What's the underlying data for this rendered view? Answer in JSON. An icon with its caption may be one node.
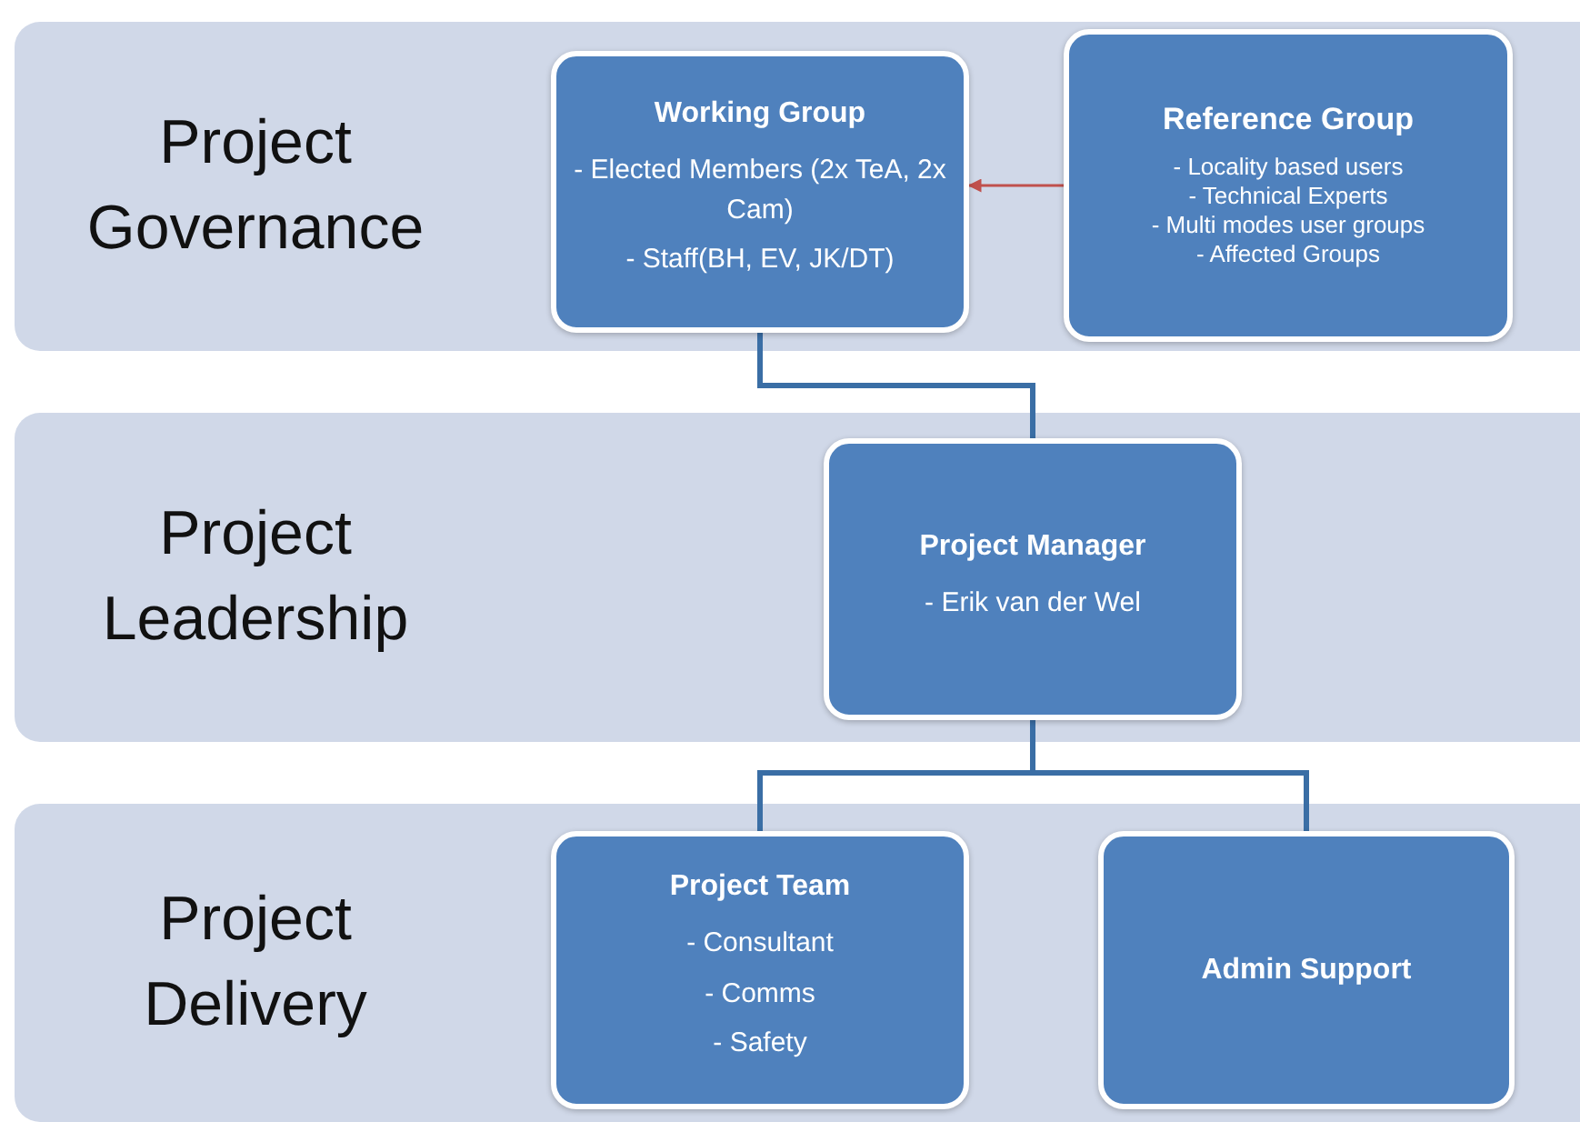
{
  "diagram": {
    "nodes": [
      {
        "text": [
          "Project Governance"
        ]
      },
      {
        "text": [
          "Working Group",
          "- Elected Members (2x TeA, 2x Cam)",
          "- Staff(BH, EV, JK/DT)"
        ],
        "in": 0
      },
      {
        "text": [
          "Reference Group",
          "- Locality based users",
          "- Technical Experts",
          "- Multi modes user groups",
          "- Affected Groups"
        ],
        "in": 0
      },
      {
        "text": [
          "Project Leadership"
        ]
      },
      {
        "text": [
          "Project Manager",
          "- Erik van der Wel"
        ],
        "in": 3
      },
      {
        "text": [
          "Project Delivery"
        ]
      },
      {
        "text": [
          "Project Team",
          "- Consultant",
          "- Comms",
          "- Safety"
        ],
        "in": 5
      },
      {
        "text": [
          "Admin Support"
        ],
        "in": 5
      }
    ],
    "edges": [
      {
        "from": 2,
        "to": 1,
        "arrow": "to",
        "color": "#c0504d"
      },
      {
        "from": 1,
        "to": 4,
        "arrow": "none"
      },
      {
        "from": 4,
        "to": 6,
        "arrow": "none"
      },
      {
        "from": 4,
        "to": 7,
        "arrow": "none"
      }
    ]
  }
}
